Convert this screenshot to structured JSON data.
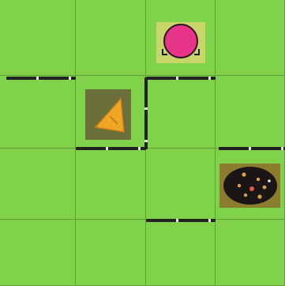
{
  "board": {
    "rows": 4,
    "cols": 4,
    "background_color": "#80d24b",
    "grid_line_color": "#5f9f3a",
    "wall_color": "#1b1b1b"
  },
  "pieces": [
    {
      "icon": "pink-circle-token",
      "row": 0,
      "col": 2,
      "color": "#e6348a"
    },
    {
      "icon": "orange-triangle-tile",
      "row": 1,
      "col": 1,
      "color": "#f0a625"
    },
    {
      "icon": "black-spotted-bug",
      "row": 2,
      "col": 3,
      "color": "#1b1616"
    }
  ]
}
